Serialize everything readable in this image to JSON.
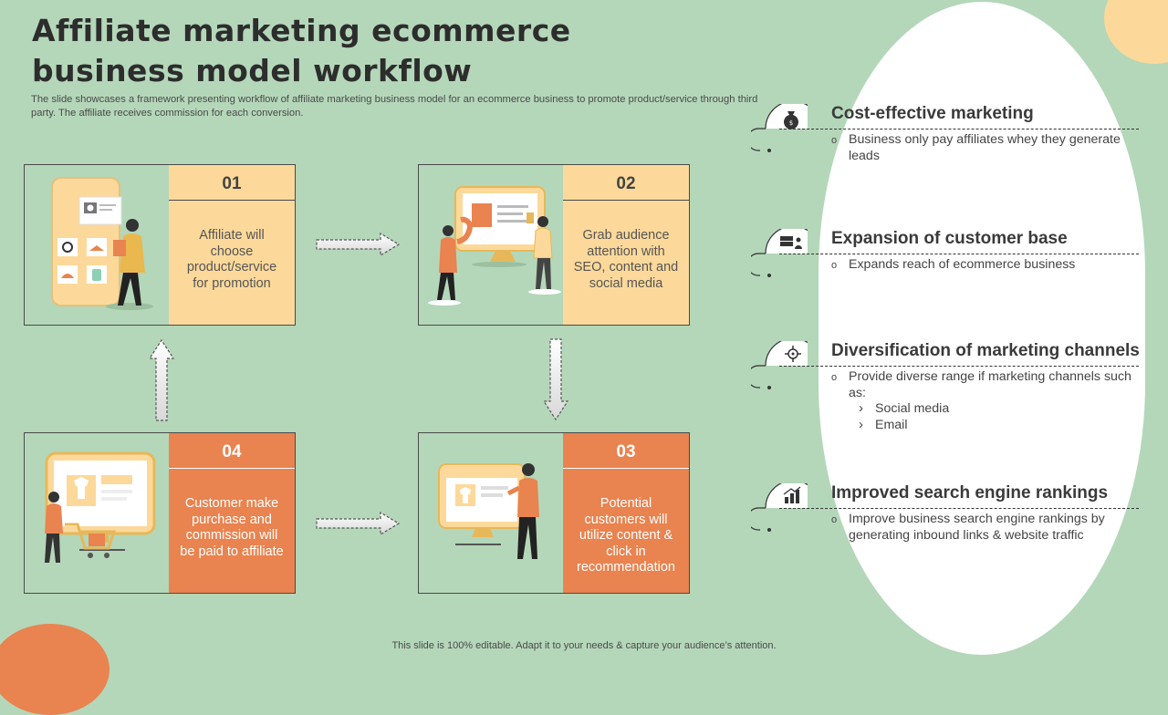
{
  "title": "Affiliate marketing ecommerce business model workflow",
  "subtitle": "The slide showcases a framework presenting workflow of affiliate marketing business model for an ecommerce business to promote product/service through third party. The affiliate receives commission for each conversion.",
  "footer": "This slide is 100% editable. Adapt it to your needs & capture your audience’s attention.",
  "colors": {
    "background": "#b4d7b9",
    "yellow": "#fcd99a",
    "orange": "#e9834f",
    "white": "#ffffff"
  },
  "steps": [
    {
      "number": "01",
      "text": "Affiliate will choose product/service for promotion",
      "color": "yellow"
    },
    {
      "number": "02",
      "text": "Grab audience attention with SEO, content and social media",
      "color": "yellow"
    },
    {
      "number": "03",
      "text": "Potential customers will utilize content & click in recommendation",
      "color": "orange"
    },
    {
      "number": "04",
      "text": "Customer make purchase and commission will be paid to affiliate",
      "color": "orange"
    }
  ],
  "benefits": [
    {
      "icon": "money-bag-icon",
      "heading": "Cost-effective marketing",
      "bullets": [
        "Business only pay affiliates whey they generate leads"
      ]
    },
    {
      "icon": "server-people-icon",
      "heading": "Expansion of customer base",
      "bullets": [
        "Expands reach of ecommerce business"
      ]
    },
    {
      "icon": "target-icon",
      "heading": "Diversification of marketing channels",
      "bullets": [
        "Provide diverse range if marketing channels such as:"
      ],
      "subbullets": [
        "Social media",
        "Email"
      ]
    },
    {
      "icon": "growth-chart-icon",
      "heading": "Improved search engine rankings",
      "bullets": [
        "Improve business search engine rankings by generating inbound links & website traffic"
      ]
    }
  ]
}
